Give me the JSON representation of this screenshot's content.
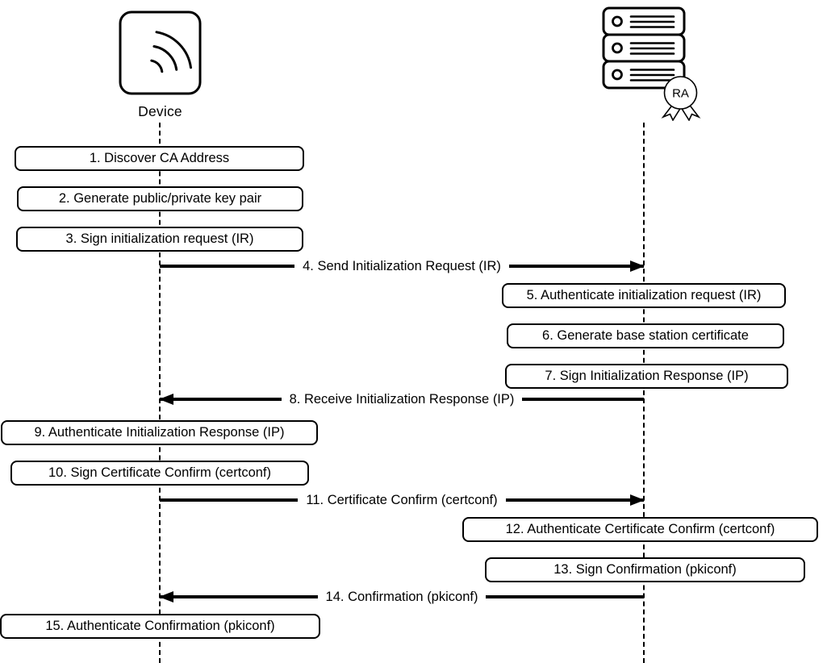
{
  "actors": {
    "device": {
      "label": "Device",
      "icon": "wireless-device-icon"
    },
    "ra": {
      "badge": "RA",
      "icon": "server-icon"
    }
  },
  "steps": [
    {
      "num": 1,
      "kind": "action",
      "actor": "device",
      "label": "1. Discover CA Address"
    },
    {
      "num": 2,
      "kind": "action",
      "actor": "device",
      "label": "2. Generate public/private key pair"
    },
    {
      "num": 3,
      "kind": "action",
      "actor": "device",
      "label": "3. Sign initialization request (IR)"
    },
    {
      "num": 4,
      "kind": "message",
      "from": "device",
      "to": "ra",
      "label": "4. Send Initialization Request (IR)"
    },
    {
      "num": 5,
      "kind": "action",
      "actor": "ra",
      "label": "5. Authenticate initialization request (IR)"
    },
    {
      "num": 6,
      "kind": "action",
      "actor": "ra",
      "label": "6. Generate base station certificate"
    },
    {
      "num": 7,
      "kind": "action",
      "actor": "ra",
      "label": "7. Sign Initialization Response (IP)"
    },
    {
      "num": 8,
      "kind": "message",
      "from": "ra",
      "to": "device",
      "label": "8. Receive Initialization Response (IP)"
    },
    {
      "num": 9,
      "kind": "action",
      "actor": "device",
      "label": "9. Authenticate Initialization Response (IP)"
    },
    {
      "num": 10,
      "kind": "action",
      "actor": "device",
      "label": "10. Sign Certificate Confirm (certconf)"
    },
    {
      "num": 11,
      "kind": "message",
      "from": "device",
      "to": "ra",
      "label": "11. Certificate Confirm (certconf)"
    },
    {
      "num": 12,
      "kind": "action",
      "actor": "ra",
      "label": "12. Authenticate Certificate Confirm (certconf)"
    },
    {
      "num": 13,
      "kind": "action",
      "actor": "ra",
      "label": "13. Sign Confirmation (pkiconf)"
    },
    {
      "num": 14,
      "kind": "message",
      "from": "ra",
      "to": "device",
      "label": "14. Confirmation (pkiconf)"
    },
    {
      "num": 15,
      "kind": "action",
      "actor": "device",
      "label": "15. Authenticate Confirmation (pkiconf)"
    }
  ],
  "colors": {
    "stroke": "#000000",
    "background": "#ffffff"
  }
}
